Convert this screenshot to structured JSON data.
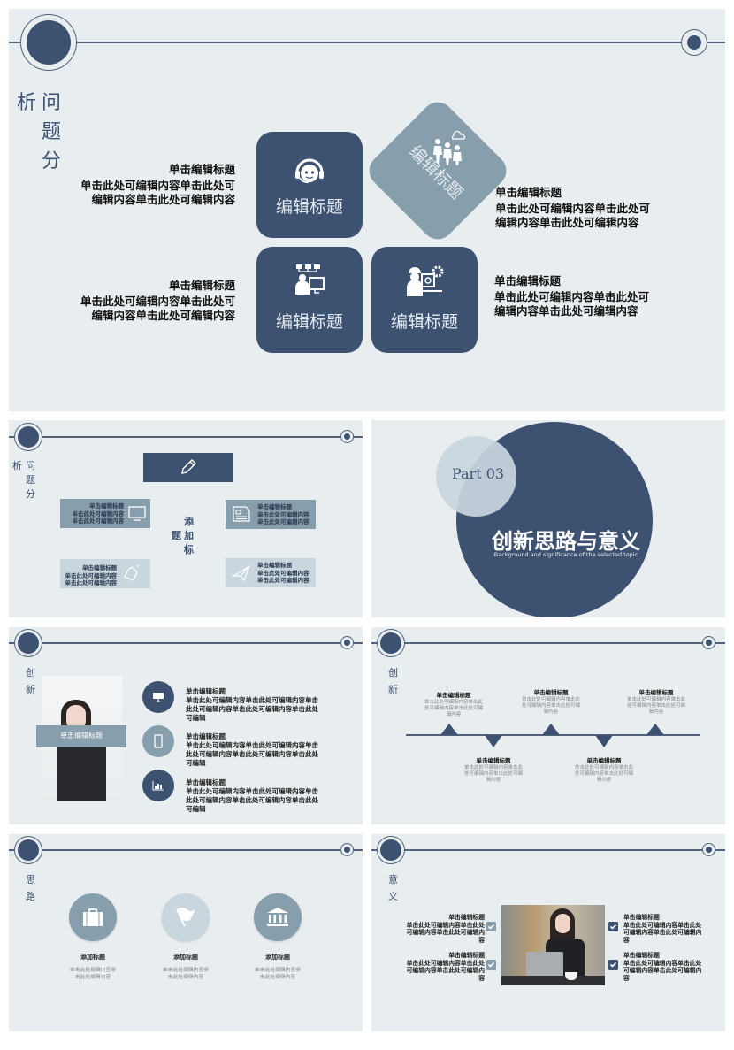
{
  "slide1": {
    "vertical_title": [
      "析",
      "问",
      "题",
      "分"
    ],
    "tiles": [
      {
        "label": "编辑标题",
        "icon": "headset-support-icon"
      },
      {
        "label": "编辑标题",
        "icon": "team-cloud-icon"
      },
      {
        "label": "编辑标题",
        "icon": "presenter-network-icon"
      },
      {
        "label": "编辑标题",
        "icon": "engineer-gear-icon"
      }
    ],
    "blocks": [
      {
        "title": "单击编辑标题",
        "body": "单击此处可编辑内容单击此处可编辑内容单击此处可编辑内容"
      },
      {
        "title": "单击编辑标题",
        "body": "单击此处可编辑内容单击此处可编辑内容单击此处可编辑内容"
      },
      {
        "title": "单击编辑标题",
        "body": "单击此处可编辑内容单击此处可编辑内容单击此处可编辑内容"
      },
      {
        "title": "单击编辑标题",
        "body": "单击此处可编辑内容单击此处可编辑内容单击此处可编辑内容"
      }
    ]
  },
  "slide2": {
    "vertical_title": [
      "析",
      "问",
      "题",
      "分"
    ],
    "center_title": [
      "添",
      "加",
      "标",
      "题"
    ],
    "top_icon": "pencil-icon",
    "boxes": [
      {
        "line1": "单击编辑标题",
        "line2": "单击此处可编辑内容",
        "line3": "单击此处可编辑内容",
        "icon": "monitor-icon"
      },
      {
        "line1": "单击编辑标题",
        "line2": "单击此处可编辑内容",
        "line3": "单击此处可编辑内容",
        "icon": "newspaper-icon"
      },
      {
        "line1": "单击编辑标题",
        "line2": "单击此处可编辑内容",
        "line3": "单击此处可编辑内容",
        "icon": "flask-icon"
      },
      {
        "line1": "单击编辑标题",
        "line2": "单击此处可编辑内容",
        "line3": "单击此处可编辑内容",
        "icon": "paper-plane-icon"
      }
    ]
  },
  "slide3": {
    "part": "Part 03",
    "title": "创新思路与意义",
    "subtitle": "Background and significance of the selected topic"
  },
  "slide4": {
    "vertical_title": [
      "创",
      "新"
    ],
    "photo_caption": "单击编辑标题",
    "items": [
      {
        "title": "单击编辑标题",
        "body": "单击此处可编辑内容单击此处可编辑内容单击此处可编辑内容单击此处可编辑内容单击此处可编辑",
        "icon": "desktop-icon"
      },
      {
        "title": "单击编辑标题",
        "body": "单击此处可编辑内容单击此处可编辑内容单击此处可编辑内容单击此处可编辑内容单击此处可编辑",
        "icon": "mobile-icon"
      },
      {
        "title": "单击编辑标题",
        "body": "单击此处可编辑内容单击此处可编辑内容单击此处可编辑内容单击此处可编辑内容单击此处可编辑",
        "icon": "bar-chart-icon"
      }
    ]
  },
  "slide5": {
    "vertical_title": [
      "创",
      "新"
    ],
    "timeline": [
      {
        "title": "单击编辑标题",
        "body": "单击此处可编辑内容单击此处可编辑内容单击此处可编辑内容",
        "position": "top"
      },
      {
        "title": "单击编辑标题",
        "body": "单击此处可编辑内容单击此处可编辑内容单击此处可编辑内容",
        "position": "bottom"
      },
      {
        "title": "单击编辑标题",
        "body": "单击此处可编辑内容单击此处可编辑内容单击此处可编辑内容",
        "position": "top"
      },
      {
        "title": "单击编辑标题",
        "body": "单击此处可编辑内容单击此处可编辑内容单击此处可编辑内容",
        "position": "bottom"
      },
      {
        "title": "单击编辑标题",
        "body": "单击此处可编辑内容单击此处可编辑内容单击此处可编辑内容",
        "position": "top"
      }
    ]
  },
  "slide6": {
    "vertical_title": [
      "思",
      "路"
    ],
    "items": [
      {
        "title": "添加标题",
        "body": "单击此处编辑内容单击此处编辑内容",
        "icon": "briefcase-icon"
      },
      {
        "title": "添加标题",
        "body": "单击此处编辑内容单击此处编辑内容",
        "icon": "flag-icon"
      },
      {
        "title": "添加标题",
        "body": "单击此处编辑内容单击此处编辑内容",
        "icon": "bank-icon"
      }
    ]
  },
  "slide7": {
    "vertical_title": [
      "意",
      "义"
    ],
    "items": [
      {
        "title": "单击编辑标题",
        "body": "单击此处可编辑内容单击此处可编辑内容单击此处可编辑内容"
      },
      {
        "title": "单击编辑标题",
        "body": "单击此处可编辑内容单击此处可编辑内容单击此处可编辑内容"
      },
      {
        "title": "单击编辑标题",
        "body": "单击此处可编辑内容单击此处可编辑内容单击此处可编辑内容"
      },
      {
        "title": "单击编辑标题",
        "body": "单击此处可编辑内容单击此处可编辑内容单击此处可编辑内容"
      }
    ]
  },
  "colors": {
    "dark": "#3d5170",
    "mid": "#879eac",
    "light": "#c9d6de",
    "background": "#e8edf0"
  }
}
